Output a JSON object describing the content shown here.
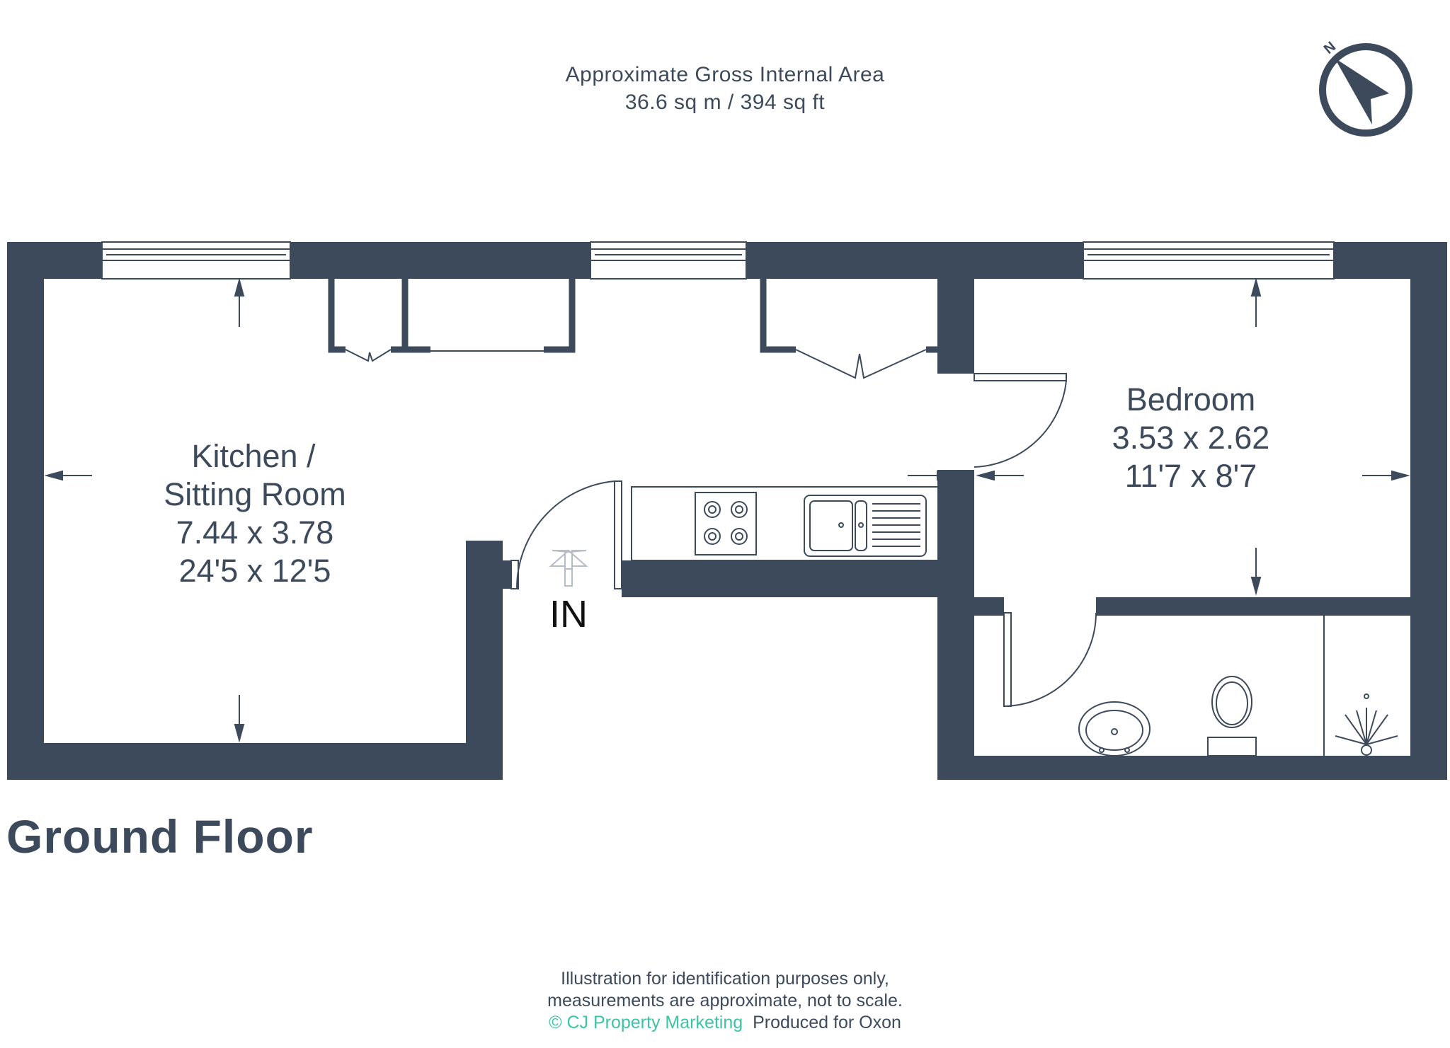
{
  "header": {
    "area_title": "Approximate Gross Internal Area",
    "area_value": "36.6 sq m / 394 sq ft"
  },
  "compass": {
    "label": "N",
    "icon": "compass-icon"
  },
  "rooms": {
    "kitchen": {
      "name_line1": "Kitchen /",
      "name_line2": "Sitting Room",
      "metric": "7.44 x 3.78",
      "imperial": "24'5 x 12'5"
    },
    "bedroom": {
      "name": "Bedroom",
      "metric": "3.53 x 2.62",
      "imperial": "11'7 x 8'7"
    }
  },
  "entrance": {
    "label": "IN"
  },
  "floor": {
    "label": "Ground Floor"
  },
  "footer": {
    "line1": "Illustration for identification purposes only,",
    "line2": "measurements are approximate, not to scale.",
    "brand": "© CJ Property Marketing",
    "produced": "Produced for Oxon"
  },
  "colors": {
    "wall": "#3d4a5c",
    "text": "#3d4a5c",
    "brand": "#3ec3a6",
    "background": "#ffffff"
  }
}
